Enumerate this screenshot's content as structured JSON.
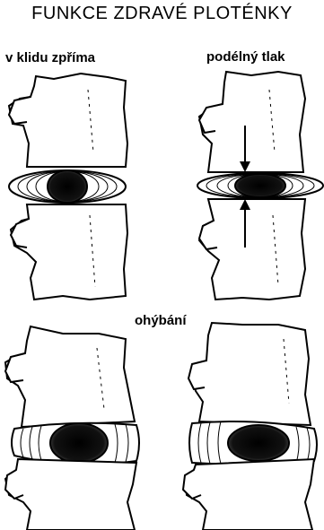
{
  "title": "FUNKCE ZDRAVÉ PLOTÉNKY",
  "labels": {
    "rest_upright": "v klidu zpříma",
    "axial_pressure": "podélný tlak",
    "bending": "ohýbání"
  },
  "colors": {
    "ink": "#000000",
    "paper": "#ffffff"
  },
  "panels": [
    {
      "name": "rest-upright",
      "disc_state": "neutral"
    },
    {
      "name": "axial-pressure",
      "disc_state": "compressed",
      "arrows": true
    },
    {
      "name": "bending-left",
      "disc_state": "wedged"
    },
    {
      "name": "bending-right",
      "disc_state": "wedged"
    }
  ]
}
